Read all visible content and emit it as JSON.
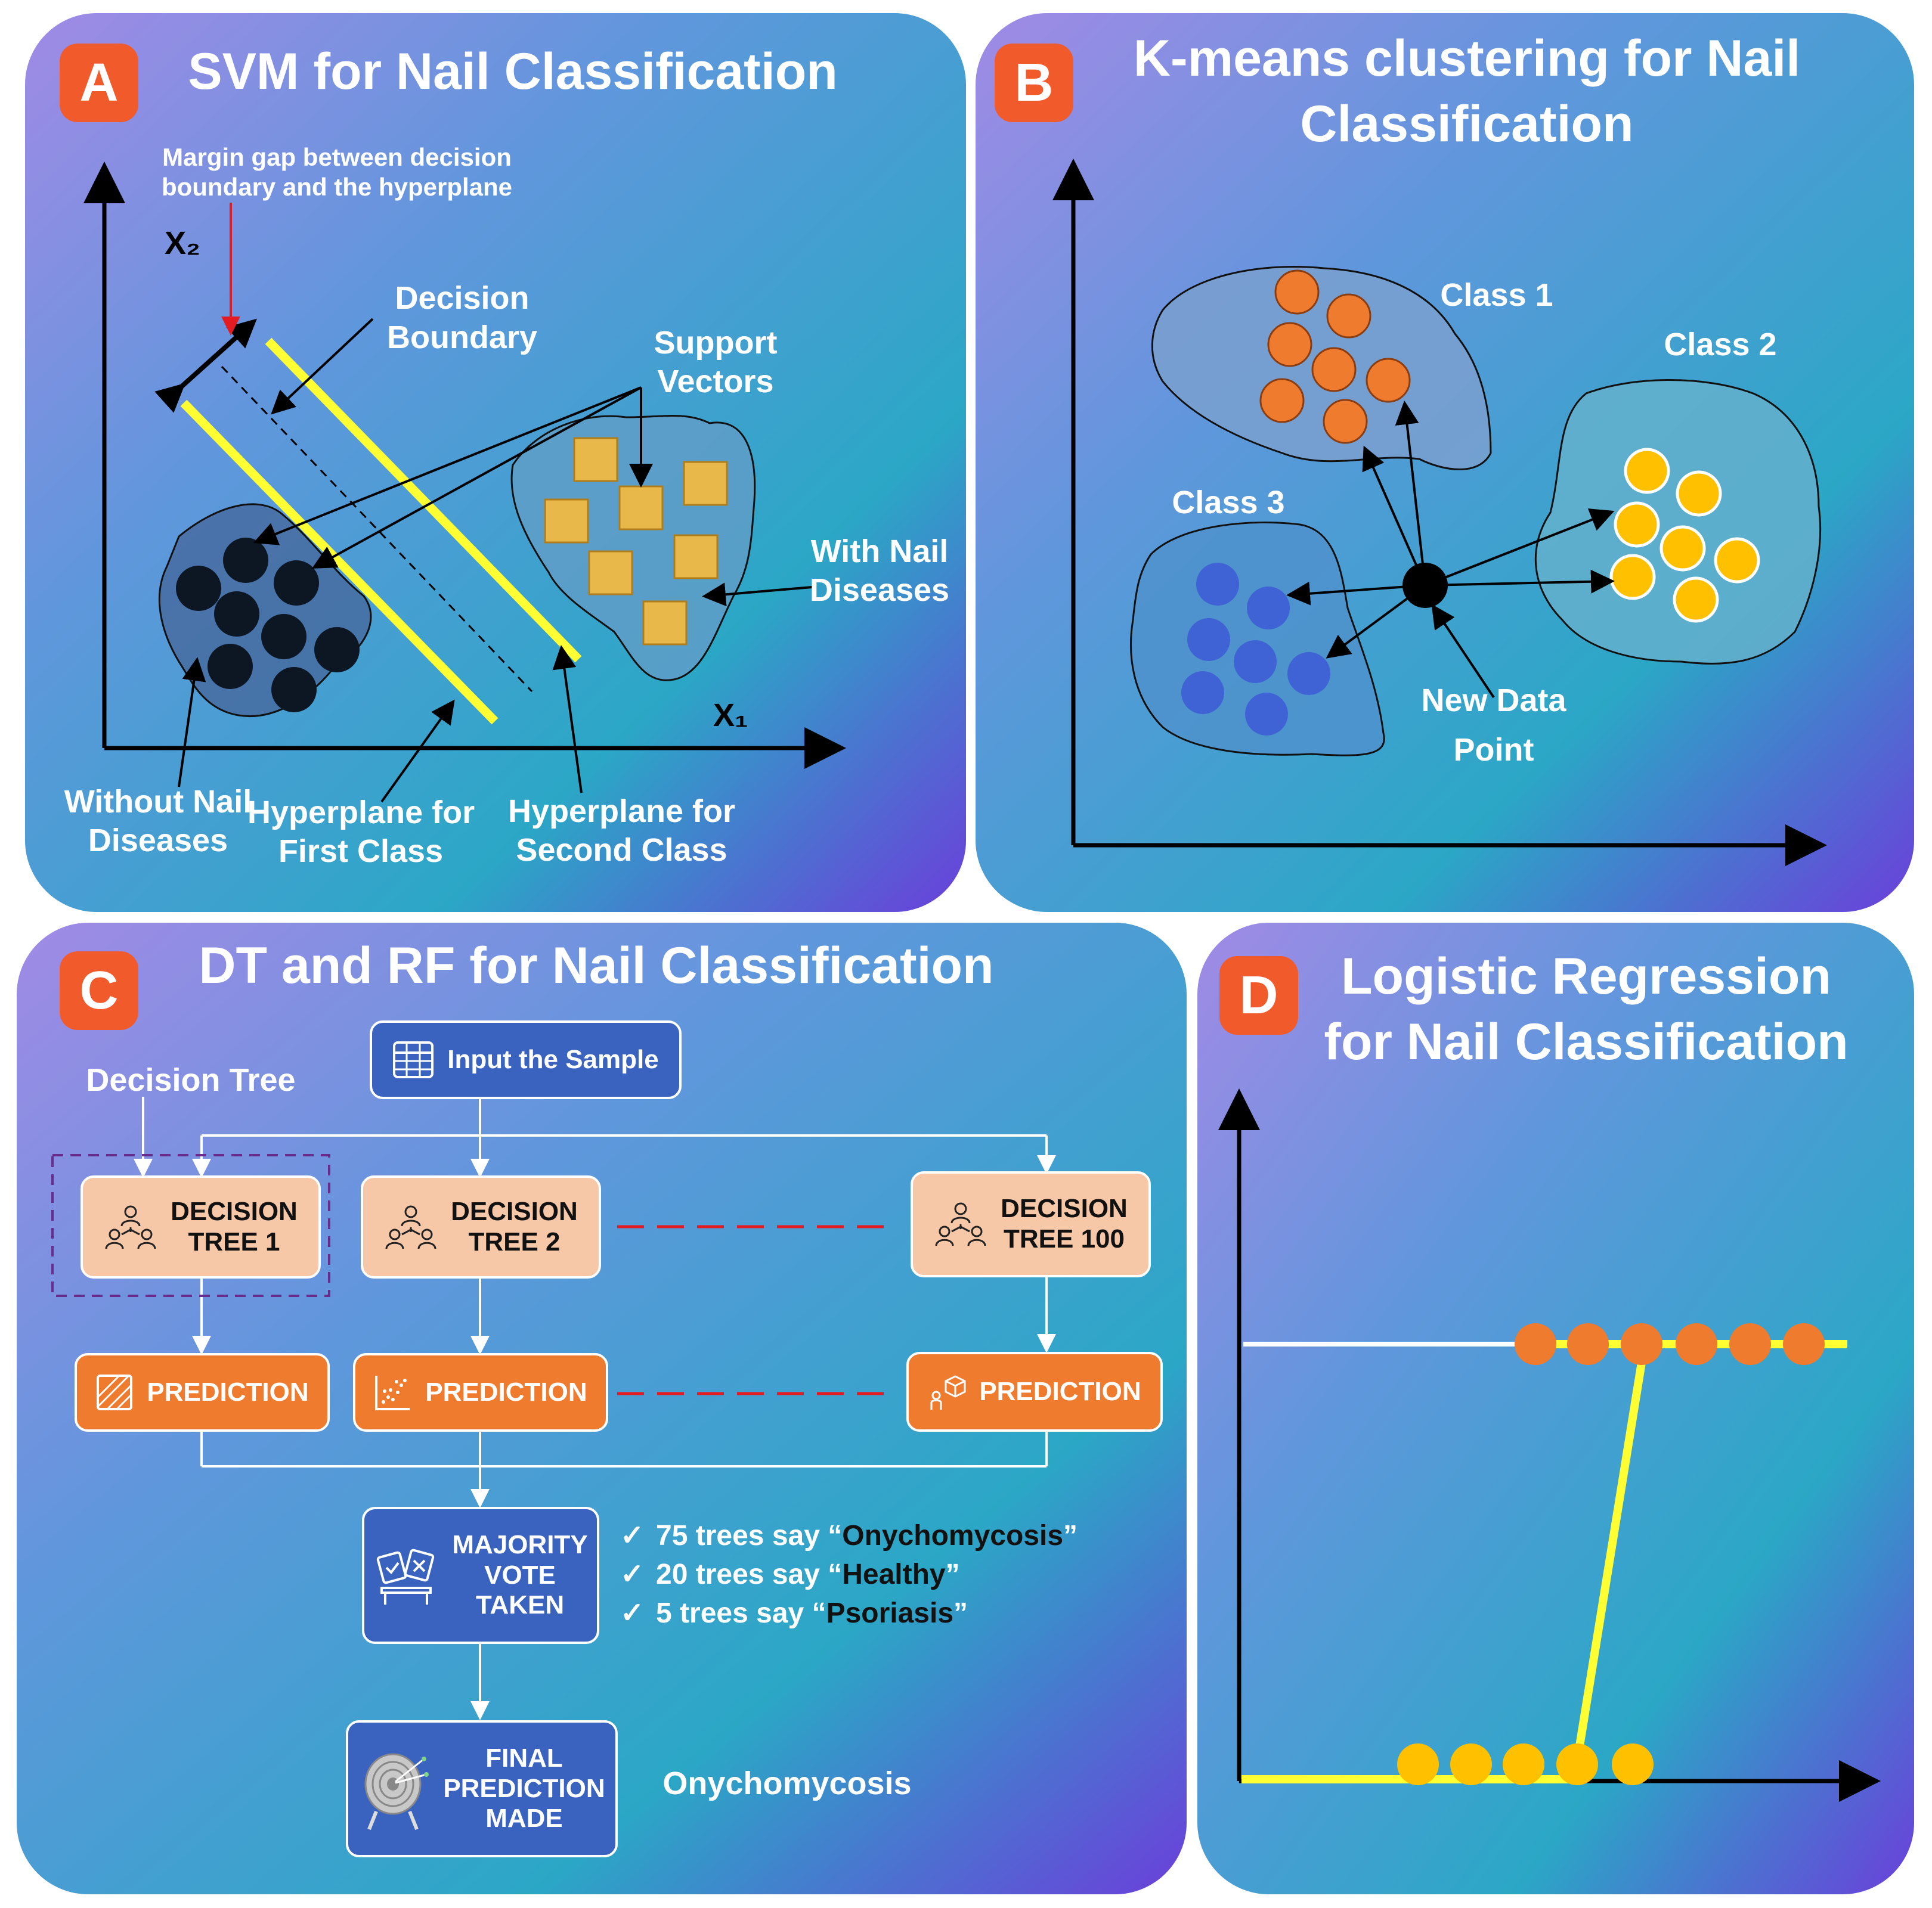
{
  "panels": {
    "a": {
      "badge": "A",
      "title": "SVM for Nail Classification",
      "margin_label_1": "Margin gap between decision",
      "margin_label_2": "boundary and the hyperplane",
      "x2_label": "X₂",
      "x1_label": "X₁",
      "decision_boundary_1": "Decision",
      "decision_boundary_2": "Boundary",
      "support_vectors_1": "Support",
      "support_vectors_2": "Vectors",
      "with_disease_1": "With Nail",
      "with_disease_2": "Diseases",
      "without_disease_1": "Without Nail",
      "without_disease_2": "Diseases",
      "hyperplane_first_1": "Hyperplane for",
      "hyperplane_first_2": "First Class",
      "hyperplane_second_1": "Hyperplane for",
      "hyperplane_second_2": "Second Class",
      "colors": {
        "dark_points": "#0d1724",
        "squares": "#e8b84a",
        "hyperplane": "#ffff33",
        "margin_arrow": "#e31b23"
      }
    },
    "b": {
      "badge": "B",
      "title_1": "K-means clustering for Nail",
      "title_2": "Classification",
      "class1": "Class 1",
      "class2": "Class 2",
      "class3": "Class 3",
      "new_point_1": "New Data",
      "new_point_2": "Point",
      "colors": {
        "class1": "#ef7b2f",
        "class2": "#ffc000",
        "class3": "#3f63d4",
        "new_point": "#000000"
      }
    },
    "c": {
      "badge": "C",
      "title": "DT and RF for Nail Classification",
      "decision_tree_label": "Decision Tree",
      "input": "Input the Sample",
      "trees": [
        {
          "line1": "DECISION",
          "line2": "TREE 1"
        },
        {
          "line1": "DECISION",
          "line2": "TREE 2"
        },
        {
          "line1": "DECISION",
          "line2": "TREE 100"
        }
      ],
      "prediction": "PREDICTION",
      "majority_1": "MAJORITY",
      "majority_2": "VOTE",
      "majority_3": "TAKEN",
      "votes": [
        {
          "prefix": "75 trees say “",
          "value": "Onychomycosis",
          "suffix": "”"
        },
        {
          "prefix": "20 trees say “",
          "value": "Healthy",
          "suffix": "”"
        },
        {
          "prefix": "5 trees say “",
          "value": "Psoriasis",
          "suffix": "”"
        }
      ],
      "check": "✓",
      "final_1": "FINAL",
      "final_2": "PREDICTION",
      "final_3": "MADE",
      "result": "Onychomycosis"
    },
    "d": {
      "badge": "D",
      "title_1": "Logistic Regression",
      "title_2": "for Nail Classification",
      "colors": {
        "top_points": "#ef7b2f",
        "bottom_points": "#ffc000",
        "curve": "#ffff33"
      }
    }
  },
  "colors": {
    "panel_top_left": "#9b8fe6",
    "panel_mid": "#2fa6c9",
    "panel_bottom_right": "#6a3fd8",
    "badge": "#f15a2b"
  }
}
